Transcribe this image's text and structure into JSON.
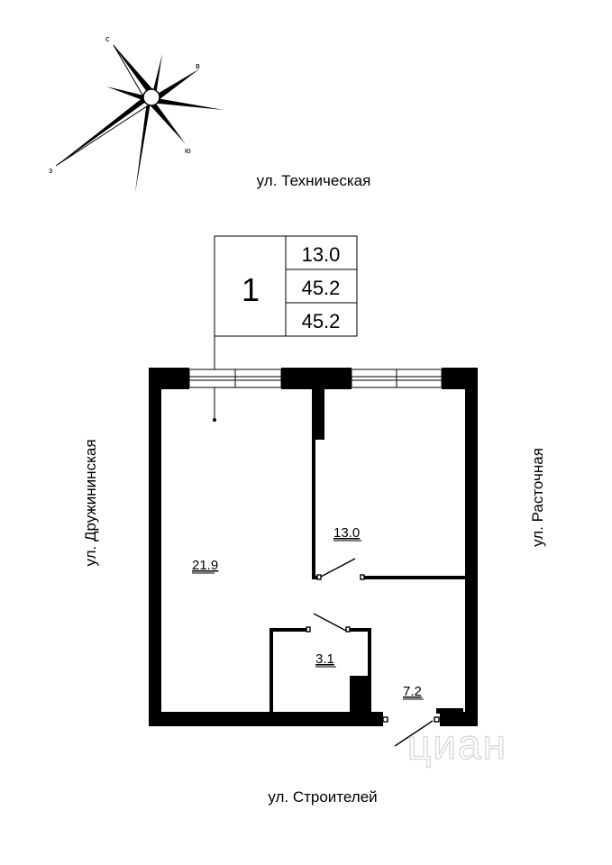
{
  "compass": {
    "north": "с",
    "east": "в",
    "south": "ю",
    "west": "з"
  },
  "streets": {
    "top": "ул. Техническая",
    "left": "ул. Дружининская",
    "right": "ул. Расточная",
    "bottom": "ул. Строителей"
  },
  "apartment_table": {
    "number": "1",
    "values": [
      "13.0",
      "45.2",
      "45.2"
    ]
  },
  "rooms": {
    "living": "21.9",
    "bedroom": "13.0",
    "bathroom": "3.1",
    "hall": "7.2"
  },
  "watermark": "циан",
  "colors": {
    "wall": "#000000",
    "background": "#ffffff",
    "watermark": "#d4d4d4"
  }
}
